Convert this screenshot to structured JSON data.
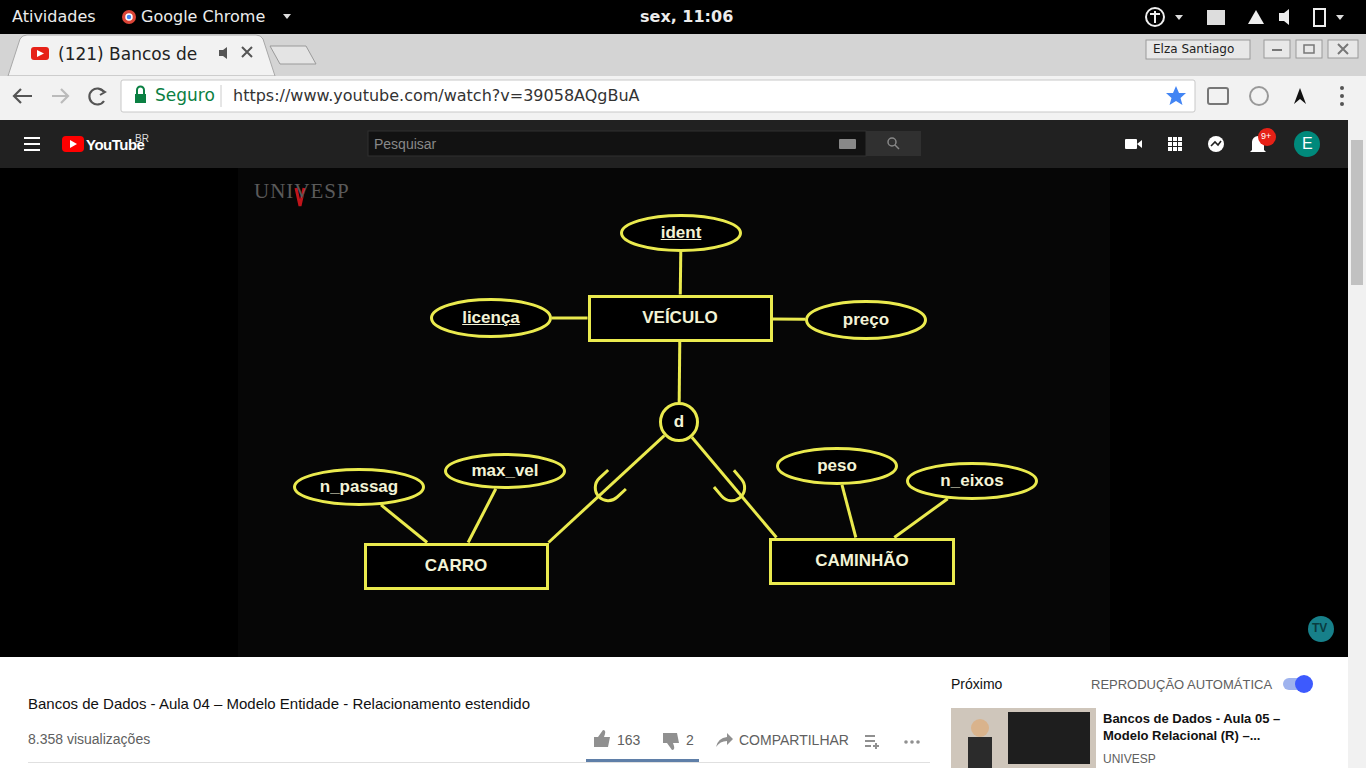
{
  "diagram": {
    "nodes": [
      {
        "text": [
          "ident"
        ]
      },
      {
        "text": [
          "licença"
        ]
      },
      {
        "text": [
          "VEÍCULO"
        ]
      },
      {
        "text": [
          "preço"
        ]
      },
      {
        "text": [
          "d"
        ]
      },
      {
        "text": [
          "n_passag"
        ]
      },
      {
        "text": [
          "max_vel"
        ]
      },
      {
        "text": [
          "peso"
        ]
      },
      {
        "text": [
          "n_eixos"
        ]
      },
      {
        "text": [
          "CARRO"
        ]
      },
      {
        "text": [
          "CAMINHÃO"
        ]
      }
    ],
    "edges": [
      {
        "from": 0,
        "to": 2,
        "arrow": "none"
      },
      {
        "from": 1,
        "to": 2,
        "arrow": "none"
      },
      {
        "from": 2,
        "to": 3,
        "arrow": "none"
      },
      {
        "from": 2,
        "to": 4,
        "arrow": "none"
      },
      {
        "from": 4,
        "to": 9,
        "arrow": "none"
      },
      {
        "from": 4,
        "to": 10,
        "arrow": "none"
      },
      {
        "from": 5,
        "to": 9,
        "arrow": "none"
      },
      {
        "from": 6,
        "to": 9,
        "arrow": "none"
      },
      {
        "from": 7,
        "to": 10,
        "arrow": "none"
      },
      {
        "from": 8,
        "to": 10,
        "arrow": "none"
      }
    ],
    "labels": [
      "Atividades",
      "Google Chrome",
      "sex, 11:06",
      "(121) Bancos de",
      "Elza Santiago",
      "Seguro",
      "https://www.youtube.com/watch?v=39058AQgBuA",
      "YouTube",
      "BR",
      "Pesquisar",
      "9+",
      "E",
      "UNIVESP",
      "Bancos de Dados - Aula 04 – Modelo Entidade - Relacionamento estendido",
      "8.358 visualizações",
      "163",
      "2",
      "COMPARTILHAR",
      "Próximo",
      "REPRODUÇÃO AUTOMÁTICA",
      "Bancos de Dados - Aula 05 – Modelo Relacional (R) –...",
      "UNIVESP",
      "TV"
    ]
  }
}
